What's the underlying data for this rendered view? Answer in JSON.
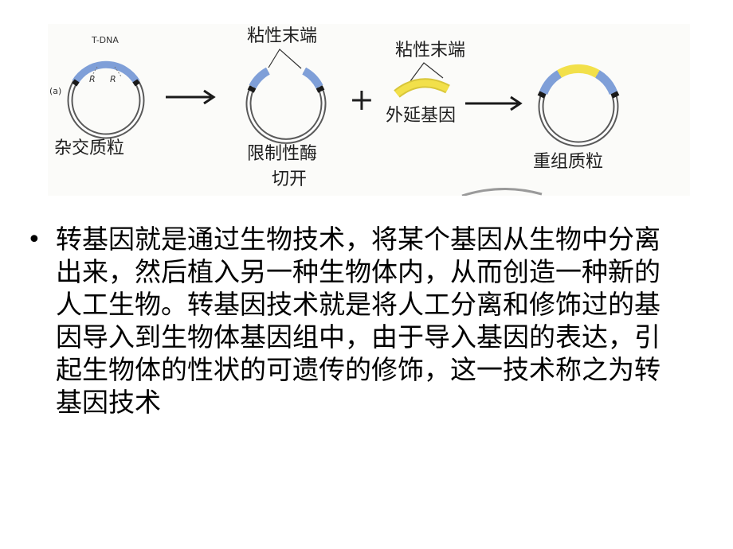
{
  "figure": {
    "panel_label": "(a)",
    "tdna_label": "T-DNA",
    "r_label_1": "R",
    "r_label_2": "R",
    "hybrid_plasmid": "杂交质粒",
    "sticky_end_1": "粘性末端",
    "restriction_line1": "限制性酶",
    "restriction_line2": "切开",
    "plus_sign": "+",
    "sticky_end_2": "粘性末端",
    "foreign_gene": "外延基因",
    "recombinant_plasmid": "重组质粒",
    "colors": {
      "blue": "#7f9fd8",
      "yellow": "#f2e04a",
      "ring": "#5a5a5a",
      "black": "#1a1a1a"
    }
  },
  "bullet": {
    "symbol": "•",
    "text": "转基因就是通过生物技术，将某个基因从生物中分离出来，然后植入另一种生物体内，从而创造一种新的人工生物。转基因技术就是将人工分离和修饰过的基因导入到生物体基因组中，由于导入基因的表达，引起生物体的性状的可遗传的修饰，这一技术称之为转基因技术"
  }
}
